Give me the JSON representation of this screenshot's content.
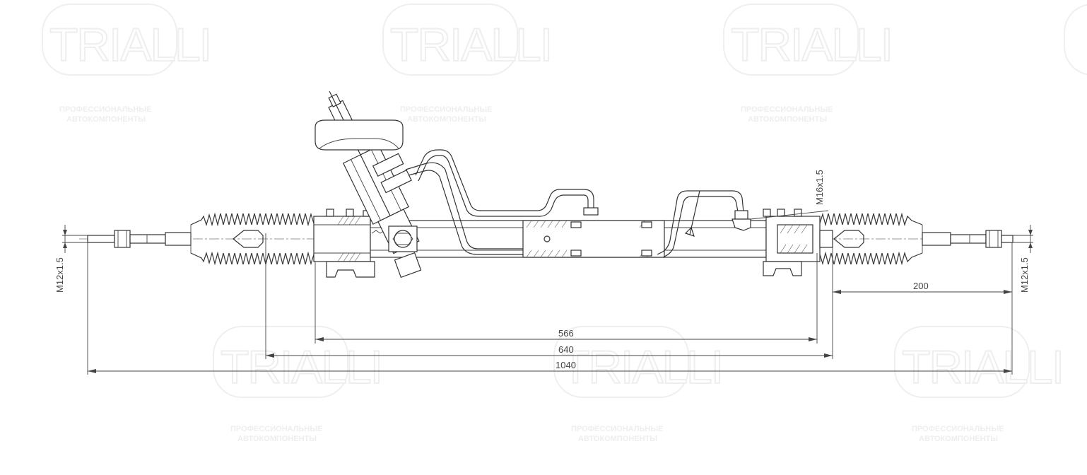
{
  "watermark": {
    "logo": "TRIALLI",
    "tagline_1": "ПРОФЕССИОНАЛЬНЫЕ",
    "tagline_2": "АВТОКОМПОНЕНТЫ"
  },
  "dimensions": {
    "d566": "566",
    "d640": "640",
    "d1040": "1040",
    "d200": "200",
    "thread_left": "M12x1.5",
    "thread_right": "M12x1.5",
    "thread_port": "M16x1.5"
  },
  "colors": {
    "line": "#333333",
    "watermark": "#eeeeee"
  }
}
